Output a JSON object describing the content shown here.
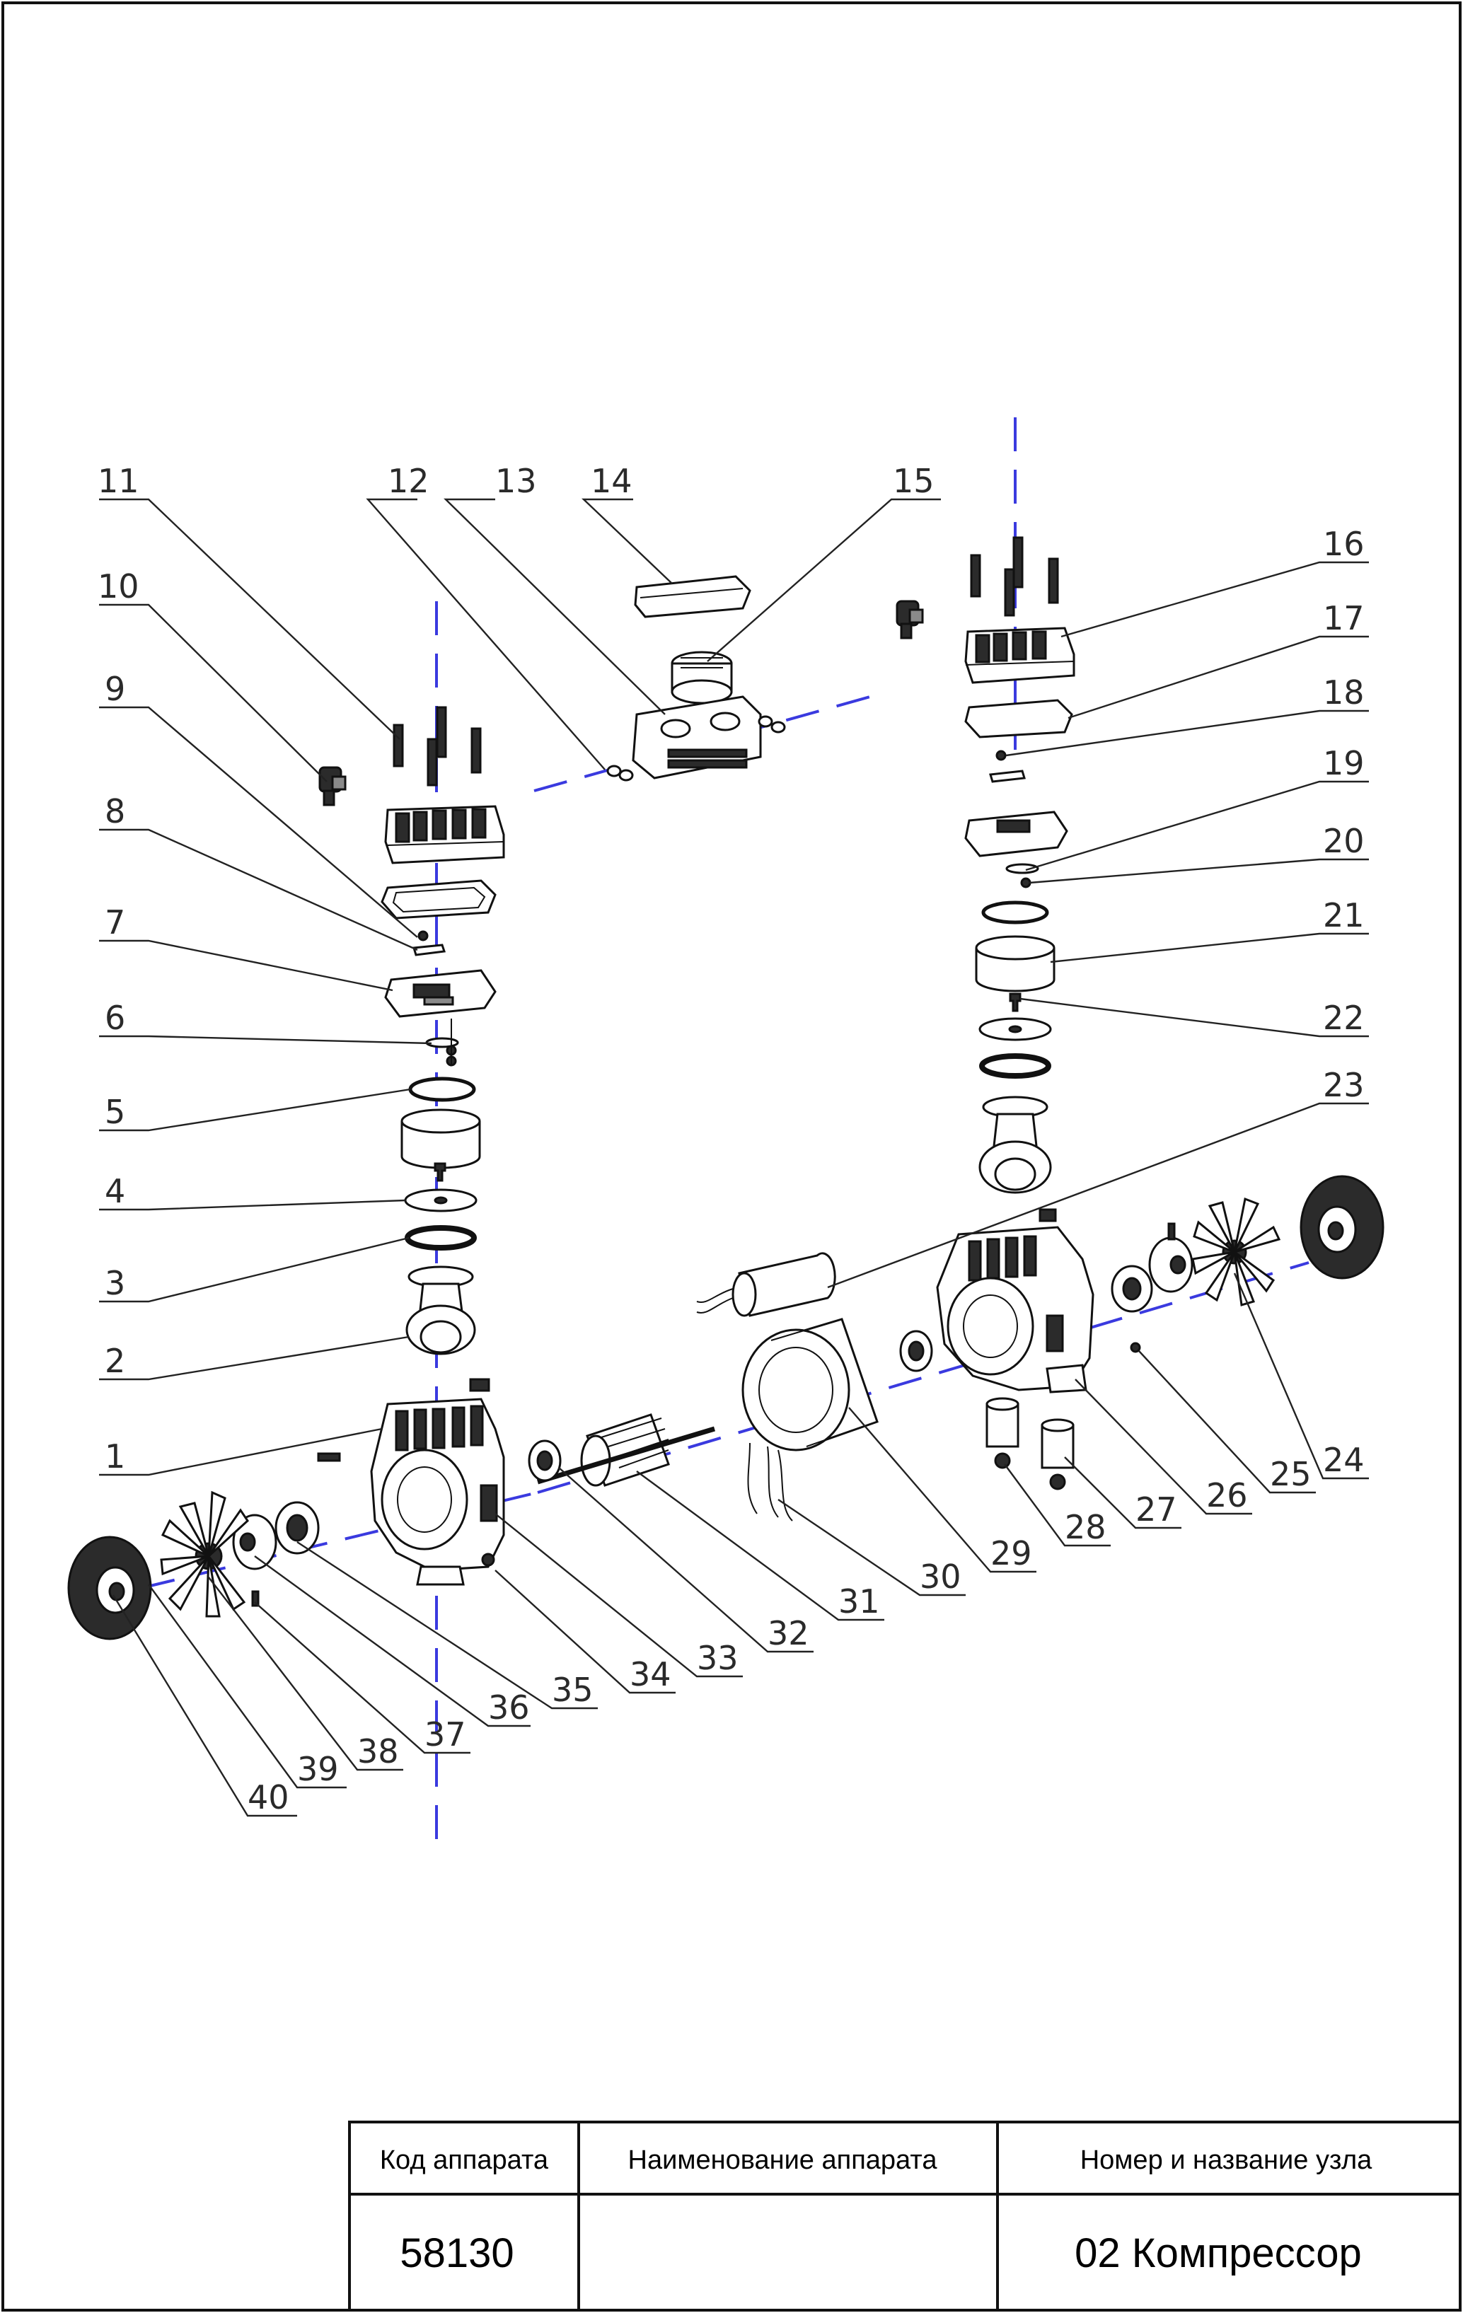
{
  "diagram": {
    "callouts": [
      "1",
      "2",
      "3",
      "4",
      "5",
      "6",
      "7",
      "8",
      "9",
      "10",
      "11",
      "12",
      "13",
      "14",
      "15",
      "16",
      "17",
      "18",
      "19",
      "20",
      "21",
      "22",
      "23",
      "24",
      "25",
      "26",
      "27",
      "28",
      "29",
      "30",
      "31",
      "32",
      "33",
      "34",
      "35",
      "36",
      "37",
      "38",
      "39",
      "40"
    ]
  },
  "title_block": {
    "headers": {
      "device_code": "Код аппарата",
      "device_name": "Наименование аппарата",
      "unit_number_name": "Номер и название узла"
    },
    "values": {
      "device_code": "58130",
      "device_name": "",
      "unit_number_name": "02 Компрессор"
    }
  }
}
